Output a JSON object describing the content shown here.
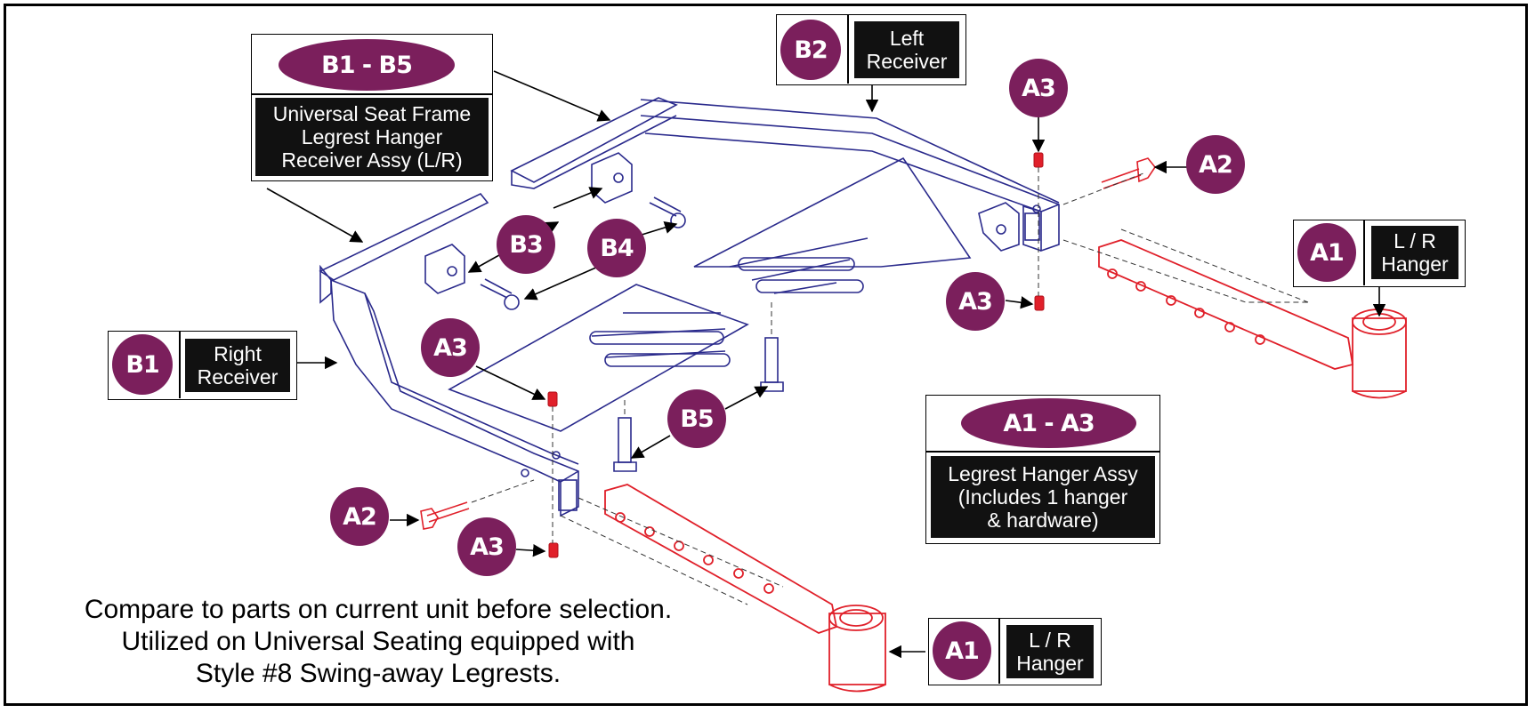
{
  "callouts": {
    "b1_b5": {
      "badge": "B1 - B5",
      "desc": [
        "Universal Seat Frame",
        "Legrest Hanger",
        "Receiver Assy (L/R)"
      ]
    },
    "b1": {
      "badge": "B1",
      "desc": [
        "Right",
        "Receiver"
      ]
    },
    "b2": {
      "badge": "B2",
      "desc": [
        "Left",
        "Receiver"
      ]
    },
    "a1_top": {
      "badge": "A1",
      "desc": [
        "L / R",
        "Hanger"
      ]
    },
    "a1_bottom": {
      "badge": "A1",
      "desc": [
        "L / R",
        "Hanger"
      ]
    },
    "a1_a3": {
      "badge": "A1 - A3",
      "desc": [
        "Legrest Hanger Assy",
        "(Includes 1 hanger",
        "& hardware)"
      ]
    }
  },
  "parts": {
    "b3": "B3",
    "b4": "B4",
    "b5": "B5",
    "a2_right": "A2",
    "a2_left": "A2",
    "a3_upper_right": "A3",
    "a3_right_mid": "A3",
    "a3_center": "A3",
    "a3_lower_left": "A3"
  },
  "note": [
    "Compare to parts on current unit before selection.",
    "Utilized on Universal Seating equipped with",
    "Style #8 Swing-away Legrests."
  ],
  "colors": {
    "badge": "#7b1f5c",
    "frame_lines": "#2a2a8c",
    "hanger_lines": "#e0202a",
    "label_bg": "#111111"
  }
}
